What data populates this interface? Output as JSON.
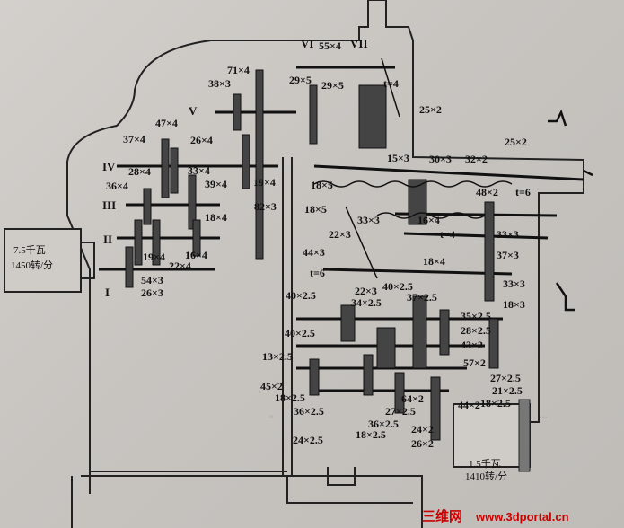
{
  "shafts": [
    "I",
    "II",
    "III",
    "IV",
    "V",
    "VI",
    "VII"
  ],
  "motors": {
    "main": {
      "power": "7.5千瓦",
      "speed": "1450转/分"
    },
    "feed": {
      "power": "1.5千瓦",
      "speed": "1410转/分"
    }
  },
  "gear_labels": {
    "g71x4": "71×4",
    "g38x3": "38×3",
    "g55x4": "55×4",
    "g29x5a": "29×5",
    "g29x5b": "29×5",
    "t4a": "t=4",
    "g25x2a": "25×2",
    "g25x2b": "25×2",
    "g47x4": "47×4",
    "g37x4": "37×4",
    "g26x4": "26×4",
    "g28x4": "28×4",
    "g33x4": "33×4",
    "g19x4a": "19×4",
    "g36x4": "36×4",
    "g39x4": "39×4",
    "g82x3": "82×3",
    "g18x4a": "18×4",
    "g19x4b": "19×4",
    "g22x4": "22×4",
    "g16x4a": "16×4",
    "g54x3": "54×3",
    "g26x3": "26×3",
    "g15x3": "15×3",
    "g30x3": "30×3",
    "g32x2": "32×2",
    "g48x2": "48×2",
    "t6a": "t=6",
    "g18x5a": "18×5",
    "g18x5b": "18×5",
    "g33x3a": "33×3",
    "g16x4b": "16×4",
    "g22x3": "22×3",
    "t4b": "t=4",
    "g33x3b": "33×3",
    "g44x3": "44×3",
    "g18x4b": "18×4",
    "g37x3": "37×3",
    "t6b": "t=6",
    "g33x3c": "33×3",
    "g22x3b": "22×3",
    "g40x25a": "40×2.5",
    "g18x3": "18×3",
    "g40x25b": "40×2.5",
    "g37x25": "37×2.5",
    "g34x25": "34×2.5",
    "g35x25": "35×2.5",
    "g40x25c": "40×2.5",
    "g28x25": "28×2.5",
    "g43x2": "43×2",
    "g13x25": "13×2.5",
    "g57x2": "57×2",
    "g45x2": "45×2",
    "g18x25a": "18×2.5",
    "g27x25a": "27×2.5",
    "g21x25": "21×2.5",
    "g18x25b": "18×2.5",
    "g36x25a": "36×2.5",
    "g64x2": "64×2",
    "g27x25b": "27×2.5",
    "g44x2": "44×2",
    "g36x25b": "36×2.5",
    "g24x2": "24×2",
    "g24x25": "24×2.5",
    "g18x25c": "18×2.5",
    "g26x2": "26×2"
  },
  "watermark": {
    "brand": "三维网",
    "url": "www.3dportal.cn"
  }
}
